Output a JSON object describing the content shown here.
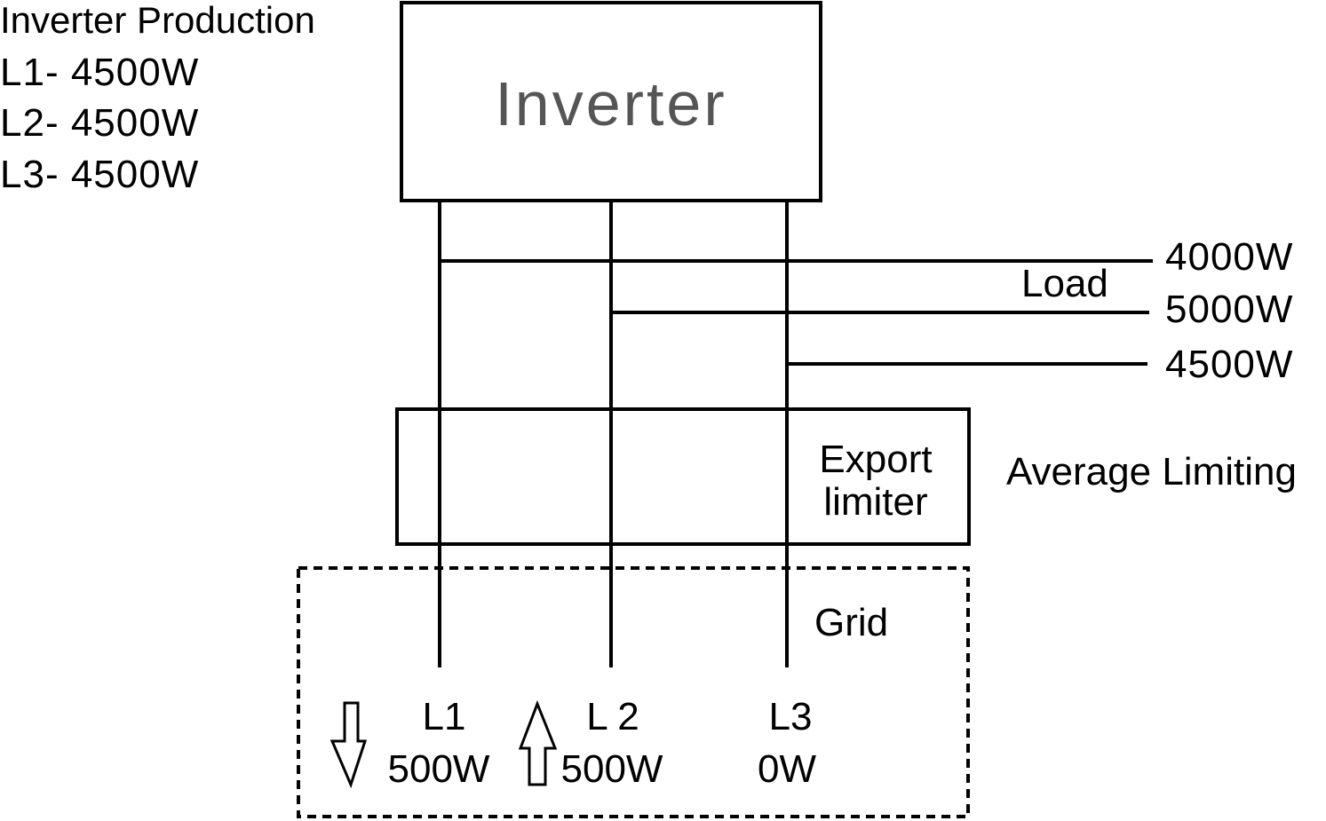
{
  "production": {
    "title": "Inverter Production",
    "lines": [
      "L1- 4500W",
      "L2- 4500W",
      "L3- 4500W"
    ]
  },
  "inverter": {
    "label": "Inverter"
  },
  "load": {
    "label": "Load",
    "values": [
      "4000W",
      "5000W",
      "4500W"
    ]
  },
  "export_limiter": {
    "line1": "Export",
    "line2": "limiter"
  },
  "mode": {
    "label": "Average Limiting"
  },
  "grid": {
    "label": "Grid",
    "phases": [
      {
        "name": "L1",
        "value": "500W",
        "flow": "down-arrow"
      },
      {
        "name": "L 2",
        "value": "500W",
        "flow": "up-arrow"
      },
      {
        "name": "L3",
        "value": "0W",
        "flow": "none"
      }
    ]
  },
  "colors": {
    "line": "#000000",
    "inverter_text": "#555555",
    "background": "#ffffff"
  }
}
